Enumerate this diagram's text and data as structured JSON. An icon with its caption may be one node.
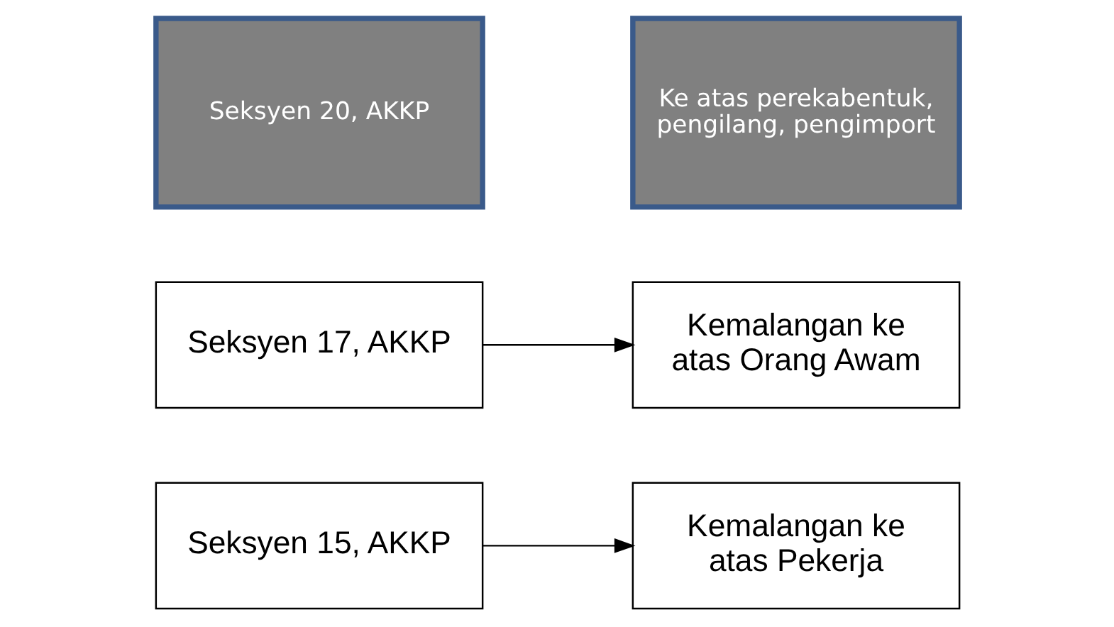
{
  "diagram": {
    "nodes": [
      {
        "text": [
          "Seksyen 15, AKKP"
        ]
      },
      {
        "text": [
          "Kemalangan ke atas Pekerja"
        ]
      },
      {
        "text": [
          "Seksyen 17, AKKP"
        ]
      },
      {
        "text": [
          "Kemalangan ke atas Orang Awam"
        ]
      },
      {
        "text": [
          "Seksyen 20, AKKP"
        ]
      },
      {
        "text": [
          "Ke atas perekabentuk, pengilang, pengimport"
        ]
      }
    ],
    "edges": [
      {
        "from": 0,
        "to": 1,
        "arrow": "to"
      },
      {
        "from": 2,
        "to": 3,
        "arrow": "to"
      }
    ]
  }
}
